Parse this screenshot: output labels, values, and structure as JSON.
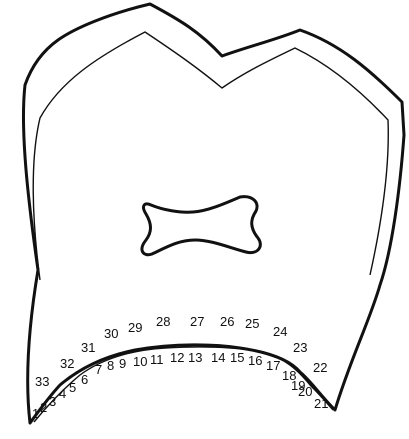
{
  "figure": {
    "labels": [
      "1",
      "2",
      "3",
      "4",
      "5",
      "6",
      "7",
      "8",
      "9",
      "10",
      "11",
      "12",
      "13",
      "14",
      "15",
      "16",
      "17",
      "18",
      "19",
      "20",
      "21",
      "22",
      "23",
      "24",
      "25",
      "26",
      "27",
      "28",
      "29",
      "30",
      "31",
      "32",
      "33"
    ]
  }
}
